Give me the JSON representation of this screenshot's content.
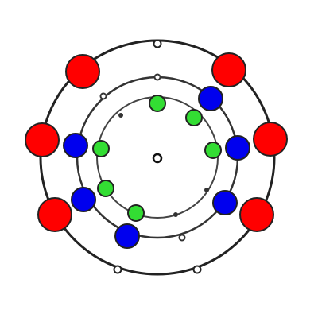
{
  "colors": {
    "background": "#ffffff",
    "orbit_stroke": "#222222",
    "red": "#ff0000",
    "blue": "#0000ee",
    "green": "#33dd33",
    "ball_stroke": "#222222",
    "marker_fill": "#ffffff"
  },
  "orbits": [
    {
      "name": "outer-orbit"
    },
    {
      "name": "middle-orbit"
    },
    {
      "name": "inner-orbit"
    }
  ],
  "groups": [
    {
      "name": "red-circle",
      "color": "red",
      "count": 6
    },
    {
      "name": "blue-circle",
      "color": "blue",
      "count": 6
    },
    {
      "name": "green-circle",
      "color": "green",
      "count": 6
    }
  ],
  "markers": [
    {
      "name": "center-marker",
      "shape": "open-circle"
    }
  ]
}
